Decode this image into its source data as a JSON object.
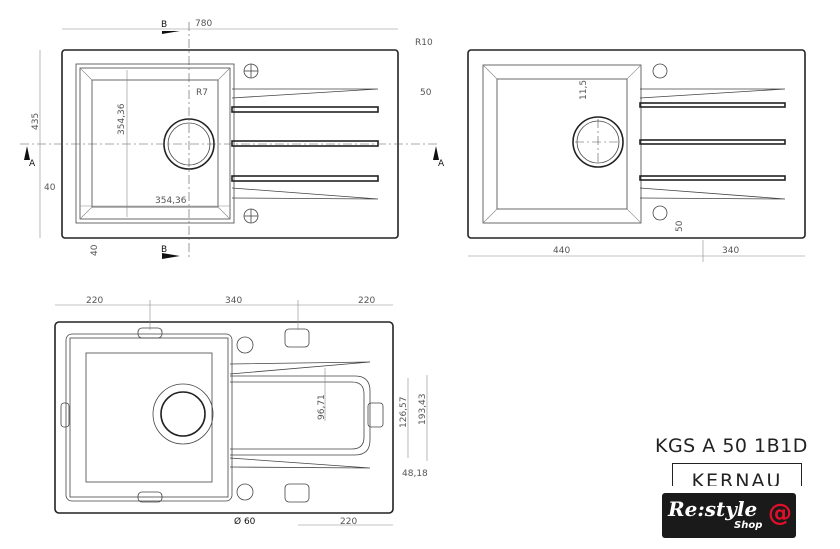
{
  "top_view": {
    "dims": {
      "width": "780",
      "height": "435",
      "corner_radius": "R10",
      "inner_radius": "R7",
      "drainer_offset": "50",
      "basin_height": "354,36",
      "basin_width": "354,36",
      "left_margin": "40",
      "bottom_margin": "40"
    },
    "section_labels": {
      "b_top": "B",
      "b_bottom": "B",
      "a_left": "A",
      "a_right": "A"
    }
  },
  "side_view": {
    "dims": {
      "drain_offset": "11,5",
      "hole_offset": "50",
      "left_length": "440",
      "right_length": "340"
    }
  },
  "bottom_view": {
    "dims": {
      "top_left": "220",
      "top_middle": "340",
      "top_right": "220",
      "bottom_right": "220",
      "hole_diameter": "Ø 60",
      "d1": "96,71",
      "d2": "126,57",
      "d3": "193,43",
      "d4": "48,18"
    }
  },
  "title_block": {
    "model": "KGS A 50 1B1D",
    "brand": "KERNAU"
  },
  "logo": {
    "text": "Re:style",
    "sub": "Shop",
    "accent": "#e0102a"
  }
}
